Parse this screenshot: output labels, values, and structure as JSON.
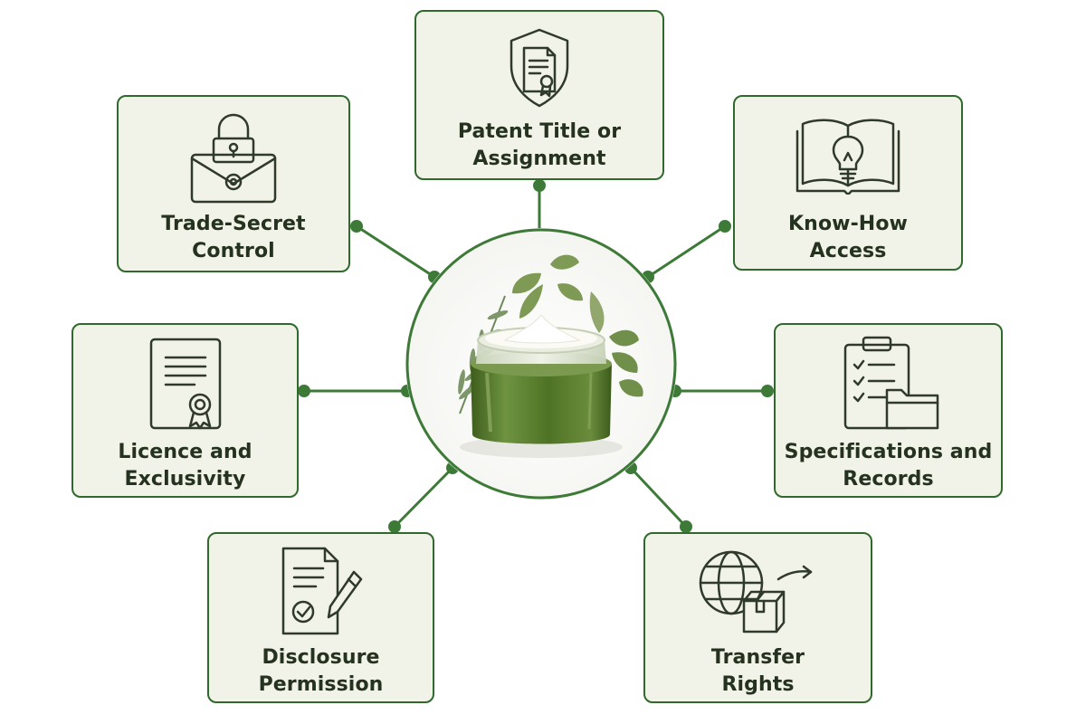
{
  "diagram": {
    "colors": {
      "accent": "#3d7a38",
      "card_fill": "#f1f2e8",
      "card_border": "#2f6a2c",
      "icon_stroke": "#2f3a2b",
      "jar_green": "#5b7e2e"
    },
    "center": {
      "icon": "cream-jar-with-herbs"
    },
    "nodes": [
      {
        "id": "patent",
        "icon": "shield-certificate-icon",
        "label_lines": [
          "Patent Title or",
          "Assignment"
        ]
      },
      {
        "id": "trade-secret",
        "icon": "padlock-envelope-icon",
        "label_lines": [
          "Trade-Secret",
          "Control"
        ]
      },
      {
        "id": "know-how",
        "icon": "book-lightbulb-icon",
        "label_lines": [
          "Know-How",
          "Access"
        ]
      },
      {
        "id": "licence",
        "icon": "certificate-document-icon",
        "label_lines": [
          "Licence and",
          "Exclusivity"
        ]
      },
      {
        "id": "specifications",
        "icon": "clipboard-folder-icon",
        "label_lines": [
          "Specifications and",
          "Records"
        ]
      },
      {
        "id": "disclosure",
        "icon": "document-pen-icon",
        "label_lines": [
          "Disclosure",
          "Permission"
        ]
      },
      {
        "id": "transfer",
        "icon": "globe-package-icon",
        "label_lines": [
          "Transfer",
          "Rights"
        ]
      }
    ]
  }
}
